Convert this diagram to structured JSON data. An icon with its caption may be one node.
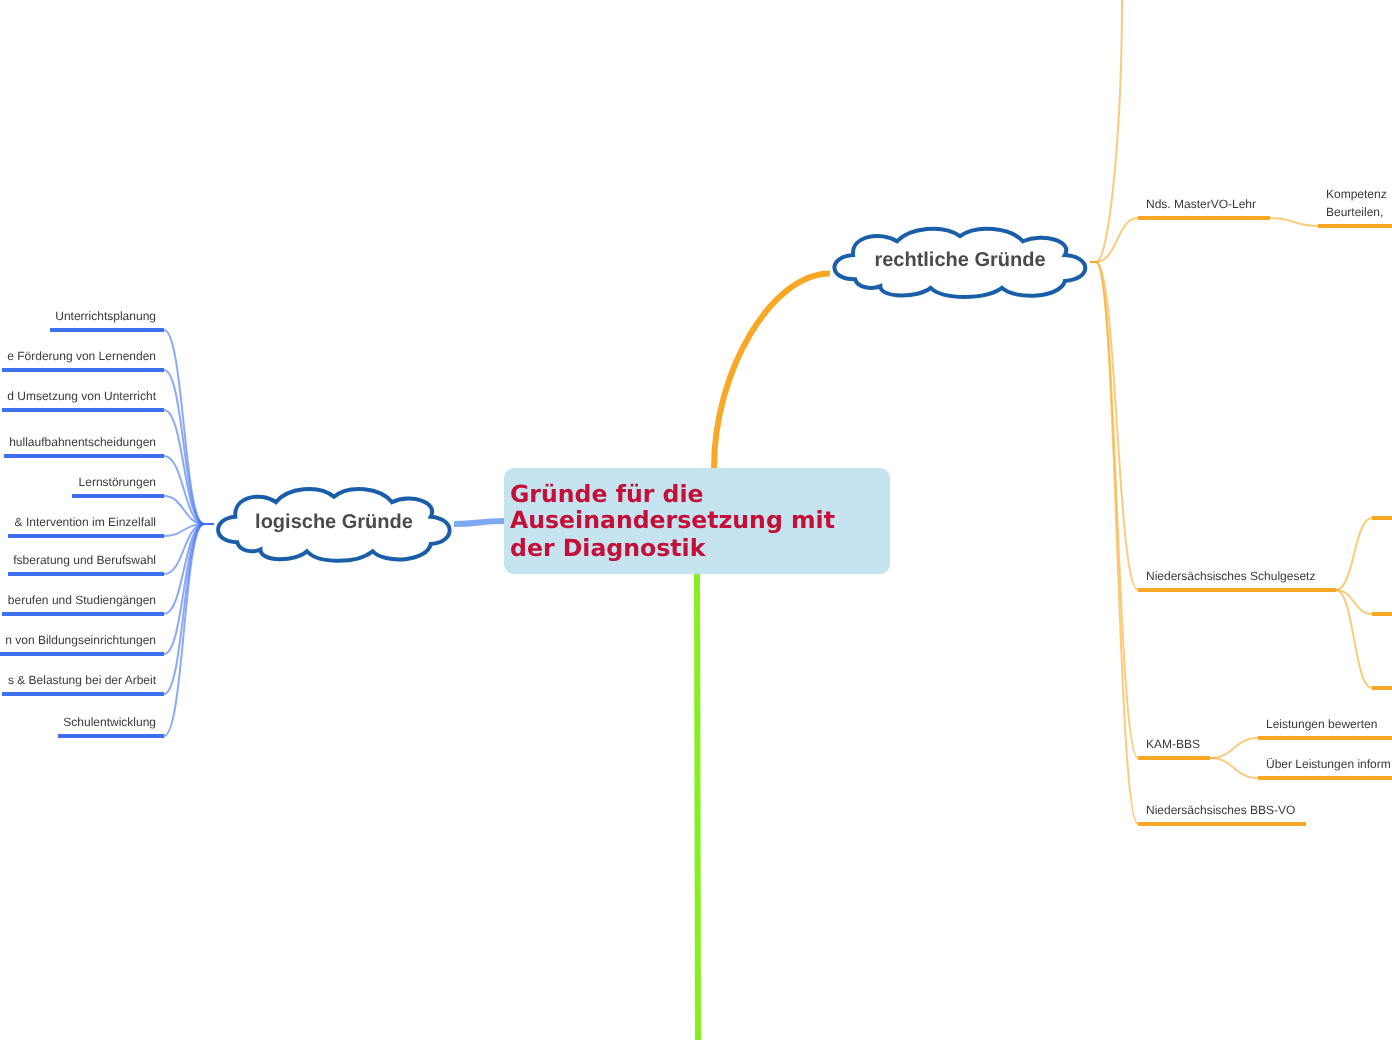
{
  "diagram": {
    "nodes": [
      {
        "text": [
          "Gründe für die Auseinandersetzung mit der Diagnostik"
        ]
      },
      {
        "text": [
          "logische Gründe"
        ]
      },
      {
        "text": [
          "Unterrichtsplanung"
        ]
      },
      {
        "text": [
          "e Förderung von Lernenden"
        ]
      },
      {
        "text": [
          "d Umsetzung von Unterricht"
        ]
      },
      {
        "text": [
          "hullaufbahnentscheidungen"
        ]
      },
      {
        "text": [
          "Lernstörungen"
        ]
      },
      {
        "text": [
          "& Intervention im Einzelfall"
        ]
      },
      {
        "text": [
          "fsberatung und Berufswahl"
        ]
      },
      {
        "text": [
          "berufen und Studiengängen"
        ]
      },
      {
        "text": [
          "n von Bildungseinrichtungen"
        ]
      },
      {
        "text": [
          "s & Belastung bei der Arbeit"
        ]
      },
      {
        "text": [
          "Schulentwicklung"
        ]
      },
      {
        "text": [
          "rechtliche Gründe"
        ]
      },
      {
        "text": [
          "Nds. MasterVO-Lehr"
        ]
      },
      {
        "text": [
          "Kompetenz Beurteilen,"
        ]
      },
      {
        "text": [
          "Niedersächsisches Schulgesetz"
        ]
      },
      {
        "text": [],
        "shape": "bar"
      },
      {
        "text": [],
        "shape": "bar"
      },
      {
        "text": [],
        "shape": "bar"
      },
      {
        "text": [
          "KAM-BBS"
        ]
      },
      {
        "text": [
          "Leistungen bewerten"
        ]
      },
      {
        "text": [
          "Über Leistungen inform"
        ]
      },
      {
        "text": [
          "Niedersächsisches BBS-VO"
        ]
      }
    ],
    "edges": [
      {
        "from": 0,
        "to": 1,
        "arrow": "none",
        "style": "thick",
        "color": "#7fa8f2"
      },
      {
        "from": 1,
        "to": 2,
        "arrow": "none",
        "color": "#3d6ff0"
      },
      {
        "from": 1,
        "to": 3,
        "arrow": "none",
        "color": "#3d6ff0"
      },
      {
        "from": 1,
        "to": 4,
        "arrow": "none",
        "color": "#3d6ff0"
      },
      {
        "from": 1,
        "to": 5,
        "arrow": "none",
        "color": "#3d6ff0"
      },
      {
        "from": 1,
        "to": 6,
        "arrow": "none",
        "color": "#3d6ff0"
      },
      {
        "from": 1,
        "to": 7,
        "arrow": "none",
        "color": "#3d6ff0"
      },
      {
        "from": 1,
        "to": 8,
        "arrow": "none",
        "color": "#3d6ff0"
      },
      {
        "from": 1,
        "to": 9,
        "arrow": "none",
        "color": "#3d6ff0"
      },
      {
        "from": 1,
        "to": 10,
        "arrow": "none",
        "color": "#3d6ff0"
      },
      {
        "from": 1,
        "to": 11,
        "arrow": "none",
        "color": "#3d6ff0"
      },
      {
        "from": 1,
        "to": 12,
        "arrow": "none",
        "color": "#3d6ff0"
      },
      {
        "from": 0,
        "to": 13,
        "arrow": "none",
        "style": "thick",
        "color": "#f9a825"
      },
      {
        "from": 13,
        "to": null,
        "arrow": "none",
        "color": "#f9a825"
      },
      {
        "from": 13,
        "to": 14,
        "arrow": "none",
        "color": "#f9a825"
      },
      {
        "from": 14,
        "to": 15,
        "arrow": "none",
        "color": "#f9a825"
      },
      {
        "from": 13,
        "to": 16,
        "arrow": "none",
        "color": "#f9a825"
      },
      {
        "from": 16,
        "to": 17,
        "arrow": "none",
        "color": "#f9a825"
      },
      {
        "from": 16,
        "to": 18,
        "arrow": "none",
        "color": "#f9a825"
      },
      {
        "from": 16,
        "to": 19,
        "arrow": "none",
        "color": "#f9a825"
      },
      {
        "from": 13,
        "to": 20,
        "arrow": "none",
        "color": "#f9a825"
      },
      {
        "from": 20,
        "to": 21,
        "arrow": "none",
        "color": "#f9a825"
      },
      {
        "from": 20,
        "to": 22,
        "arrow": "none",
        "color": "#f9a825"
      },
      {
        "from": 13,
        "to": 23,
        "arrow": "none",
        "color": "#f9a825"
      },
      {
        "from": 0,
        "to": null,
        "arrow": "none",
        "style": "thick",
        "color": "#84f01e"
      }
    ]
  }
}
